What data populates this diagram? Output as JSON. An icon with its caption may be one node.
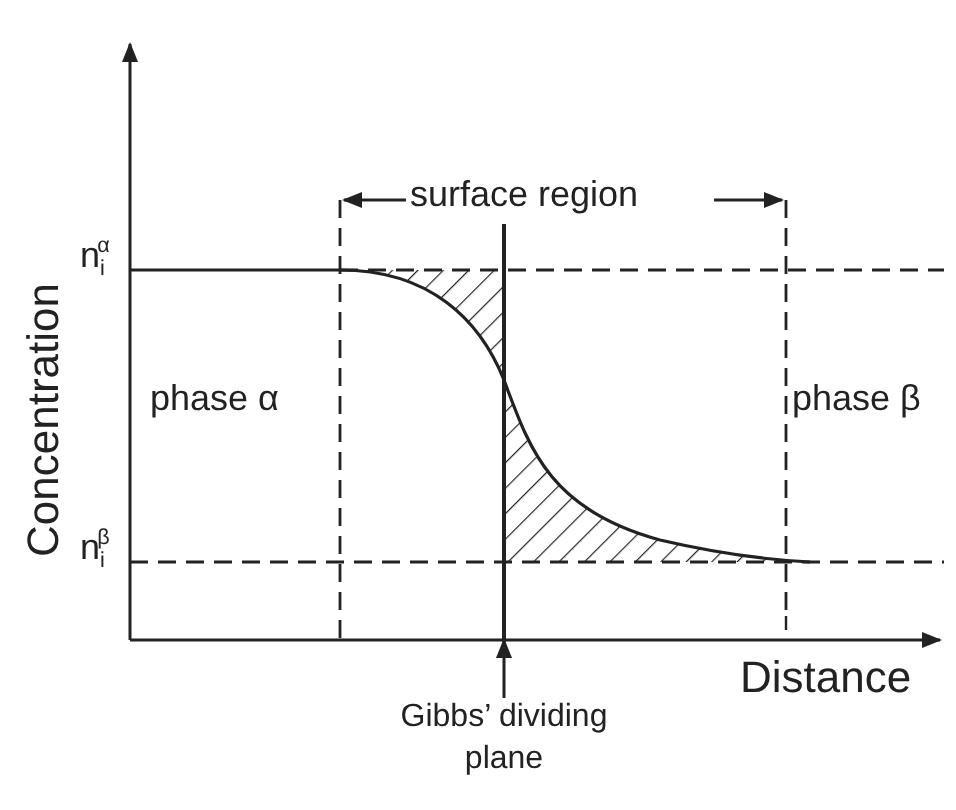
{
  "diagram": {
    "nodes": [
      {
        "text": [
          "Gibbs’ dividing plane"
        ]
      },
      {
        "text": [],
        "shape": "bar"
      }
    ],
    "edges": [
      {
        "from": 0,
        "to": 1,
        "arrow": "to"
      }
    ],
    "labels": [
      "surface region",
      "n$_{i}$$^{α}$",
      "phase α",
      "phase β",
      "n$_{i}$$^{β}$",
      "Concentration",
      "Distance"
    ]
  }
}
